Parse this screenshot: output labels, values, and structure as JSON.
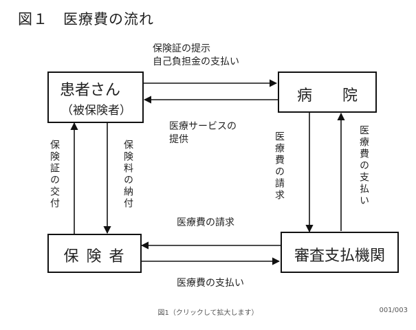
{
  "title": {
    "number": "図１",
    "text": "医療費の流れ"
  },
  "nodes": {
    "patient": {
      "line1": "患者さん",
      "line2": "（被保険者）"
    },
    "hospital": {
      "text": "病　　院"
    },
    "insurer": {
      "text": "保 険 者"
    },
    "review": {
      "text": "審査支払機関"
    }
  },
  "edges": {
    "patient_to_hospital": {
      "line1": "保険証の提示",
      "line2": "自己負担金の支払い"
    },
    "hospital_to_patient": {
      "line1": "医療サービスの",
      "line2": "提供"
    },
    "insurer_to_patient": "保険証の交付",
    "patient_to_insurer": "保険料の納付",
    "hospital_to_review": "医療費の請求",
    "review_to_hospital": "医療費の支払い",
    "review_to_insurer": "医療費の請求",
    "insurer_to_review": "医療費の支払い"
  },
  "caption": "図1（クリックして拡大します）",
  "pager": "001/003"
}
